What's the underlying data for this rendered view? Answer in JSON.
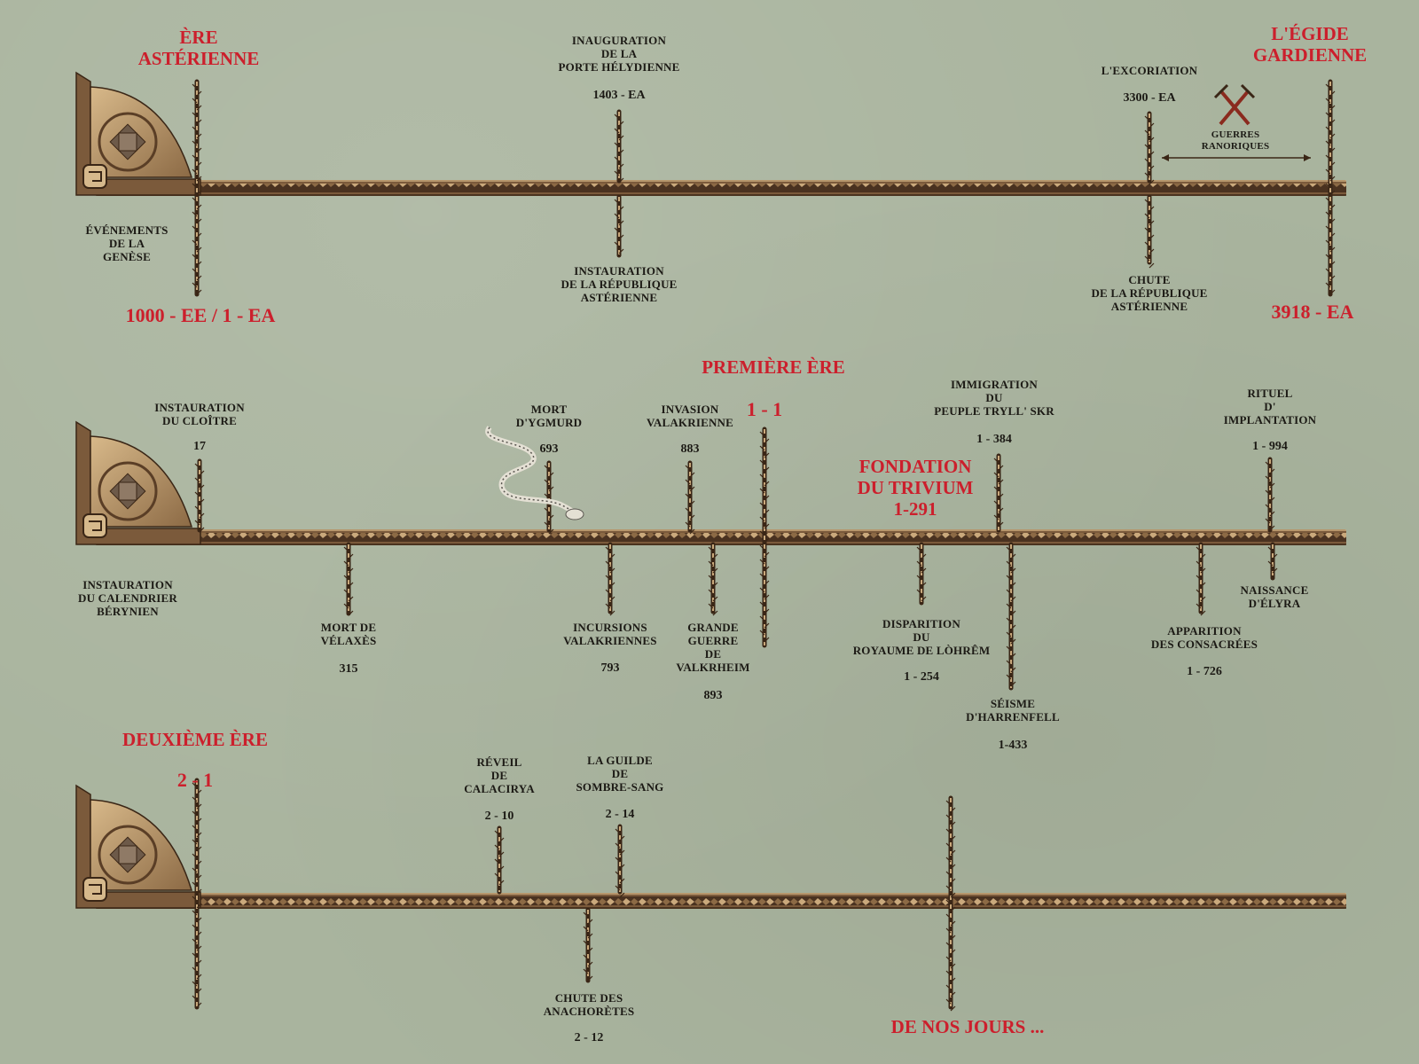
{
  "colors": {
    "accent_red": "#cc1f2c",
    "text_dark": "#1c1a15",
    "background": "#a9b49e",
    "bar_outer": "#7b5a3b",
    "bar_inner": "#4a3220",
    "bar_light": "#caa97c"
  },
  "icons": {
    "crossed_swords": "crossed-swords-icon",
    "serpent_skeleton": "serpent-skeleton-icon",
    "ornament": "ornate-corner-icon"
  },
  "era_asterienne": {
    "title": "ÈRE\nASTÉRIENNE",
    "start_date": "1000 - EE / 1 - EA",
    "end_title": "L'ÉGIDE\nGARDIENNE",
    "end_date": "3918 - EA",
    "genese": "ÉVÉNEMENTS\nDE LA\nGENÈSE",
    "events": [
      {
        "label": "INAUGURATION\nDE LA\nPORTE HÉLYDIENNE",
        "date": "1403 - EA"
      },
      {
        "label": "INSTAURATION\nDE LA RÉPUBLIQUE\nASTÉRIENNE"
      },
      {
        "label": "L'EXCORIATION",
        "date": "3300 - EA"
      },
      {
        "label": "CHUTE\nDE LA RÉPUBLIQUE\nASTÉRIENNE"
      }
    ],
    "wars_label": "GUERRES\nRANORIQUES"
  },
  "premiere_ere": {
    "title": "PREMIÈRE ÈRE",
    "start_date": "1 - 1",
    "calendar_label": "INSTAURATION\nDU CALENDRIER\nBÉRYNIEN",
    "above": [
      {
        "label": "INSTAURATION\nDU CLOÎTRE",
        "date": "17"
      },
      {
        "label": "MORT\nD'YGMURD",
        "date": "693"
      },
      {
        "label": "INVASION\nVALAKRIENNE",
        "date": "883"
      },
      {
        "label": "IMMIGRATION\nDU\nPEUPLE TRYLL' SKR",
        "date": "1 - 384"
      },
      {
        "label": "RITUEL\nD'\nIMPLANTATION",
        "date": "1 - 994"
      }
    ],
    "below": [
      {
        "label": "MORT DE\nVÉLAXÈS",
        "date": "315"
      },
      {
        "label": "INCURSIONS\nVALAKRIENNES",
        "date": "793"
      },
      {
        "label": "GRANDE\nGUERRE\nDE\nVALKRHEIM",
        "date": "893"
      },
      {
        "label": "DISPARITION\nDU\nROYAUME DE LÒHRÊM",
        "date": "1 - 254"
      },
      {
        "label": "SÉISME\nD'HARRENFELL",
        "date": "1-433"
      },
      {
        "label": "APPARITION\nDES CONSACRÉES",
        "date": "1 - 726"
      },
      {
        "label": "NAISSANCE\nD'ÉLYRA"
      }
    ],
    "trivium": "FONDATION\nDU TRIVIUM\n1-291"
  },
  "deuxieme_ere": {
    "title": "DEUXIÈME ÈRE",
    "start_date": "2 - 1",
    "events": [
      {
        "label": "RÉVEIL\nDE\nCALACIRYA",
        "date": "2 - 10"
      },
      {
        "label": "LA GUILDE\nDE\nSOMBRE-SANG",
        "date": "2 - 14"
      },
      {
        "label": "CHUTE DES\nANACHORÈTES",
        "date": "2 - 12"
      }
    ],
    "present": "DE NOS JOURS ..."
  }
}
